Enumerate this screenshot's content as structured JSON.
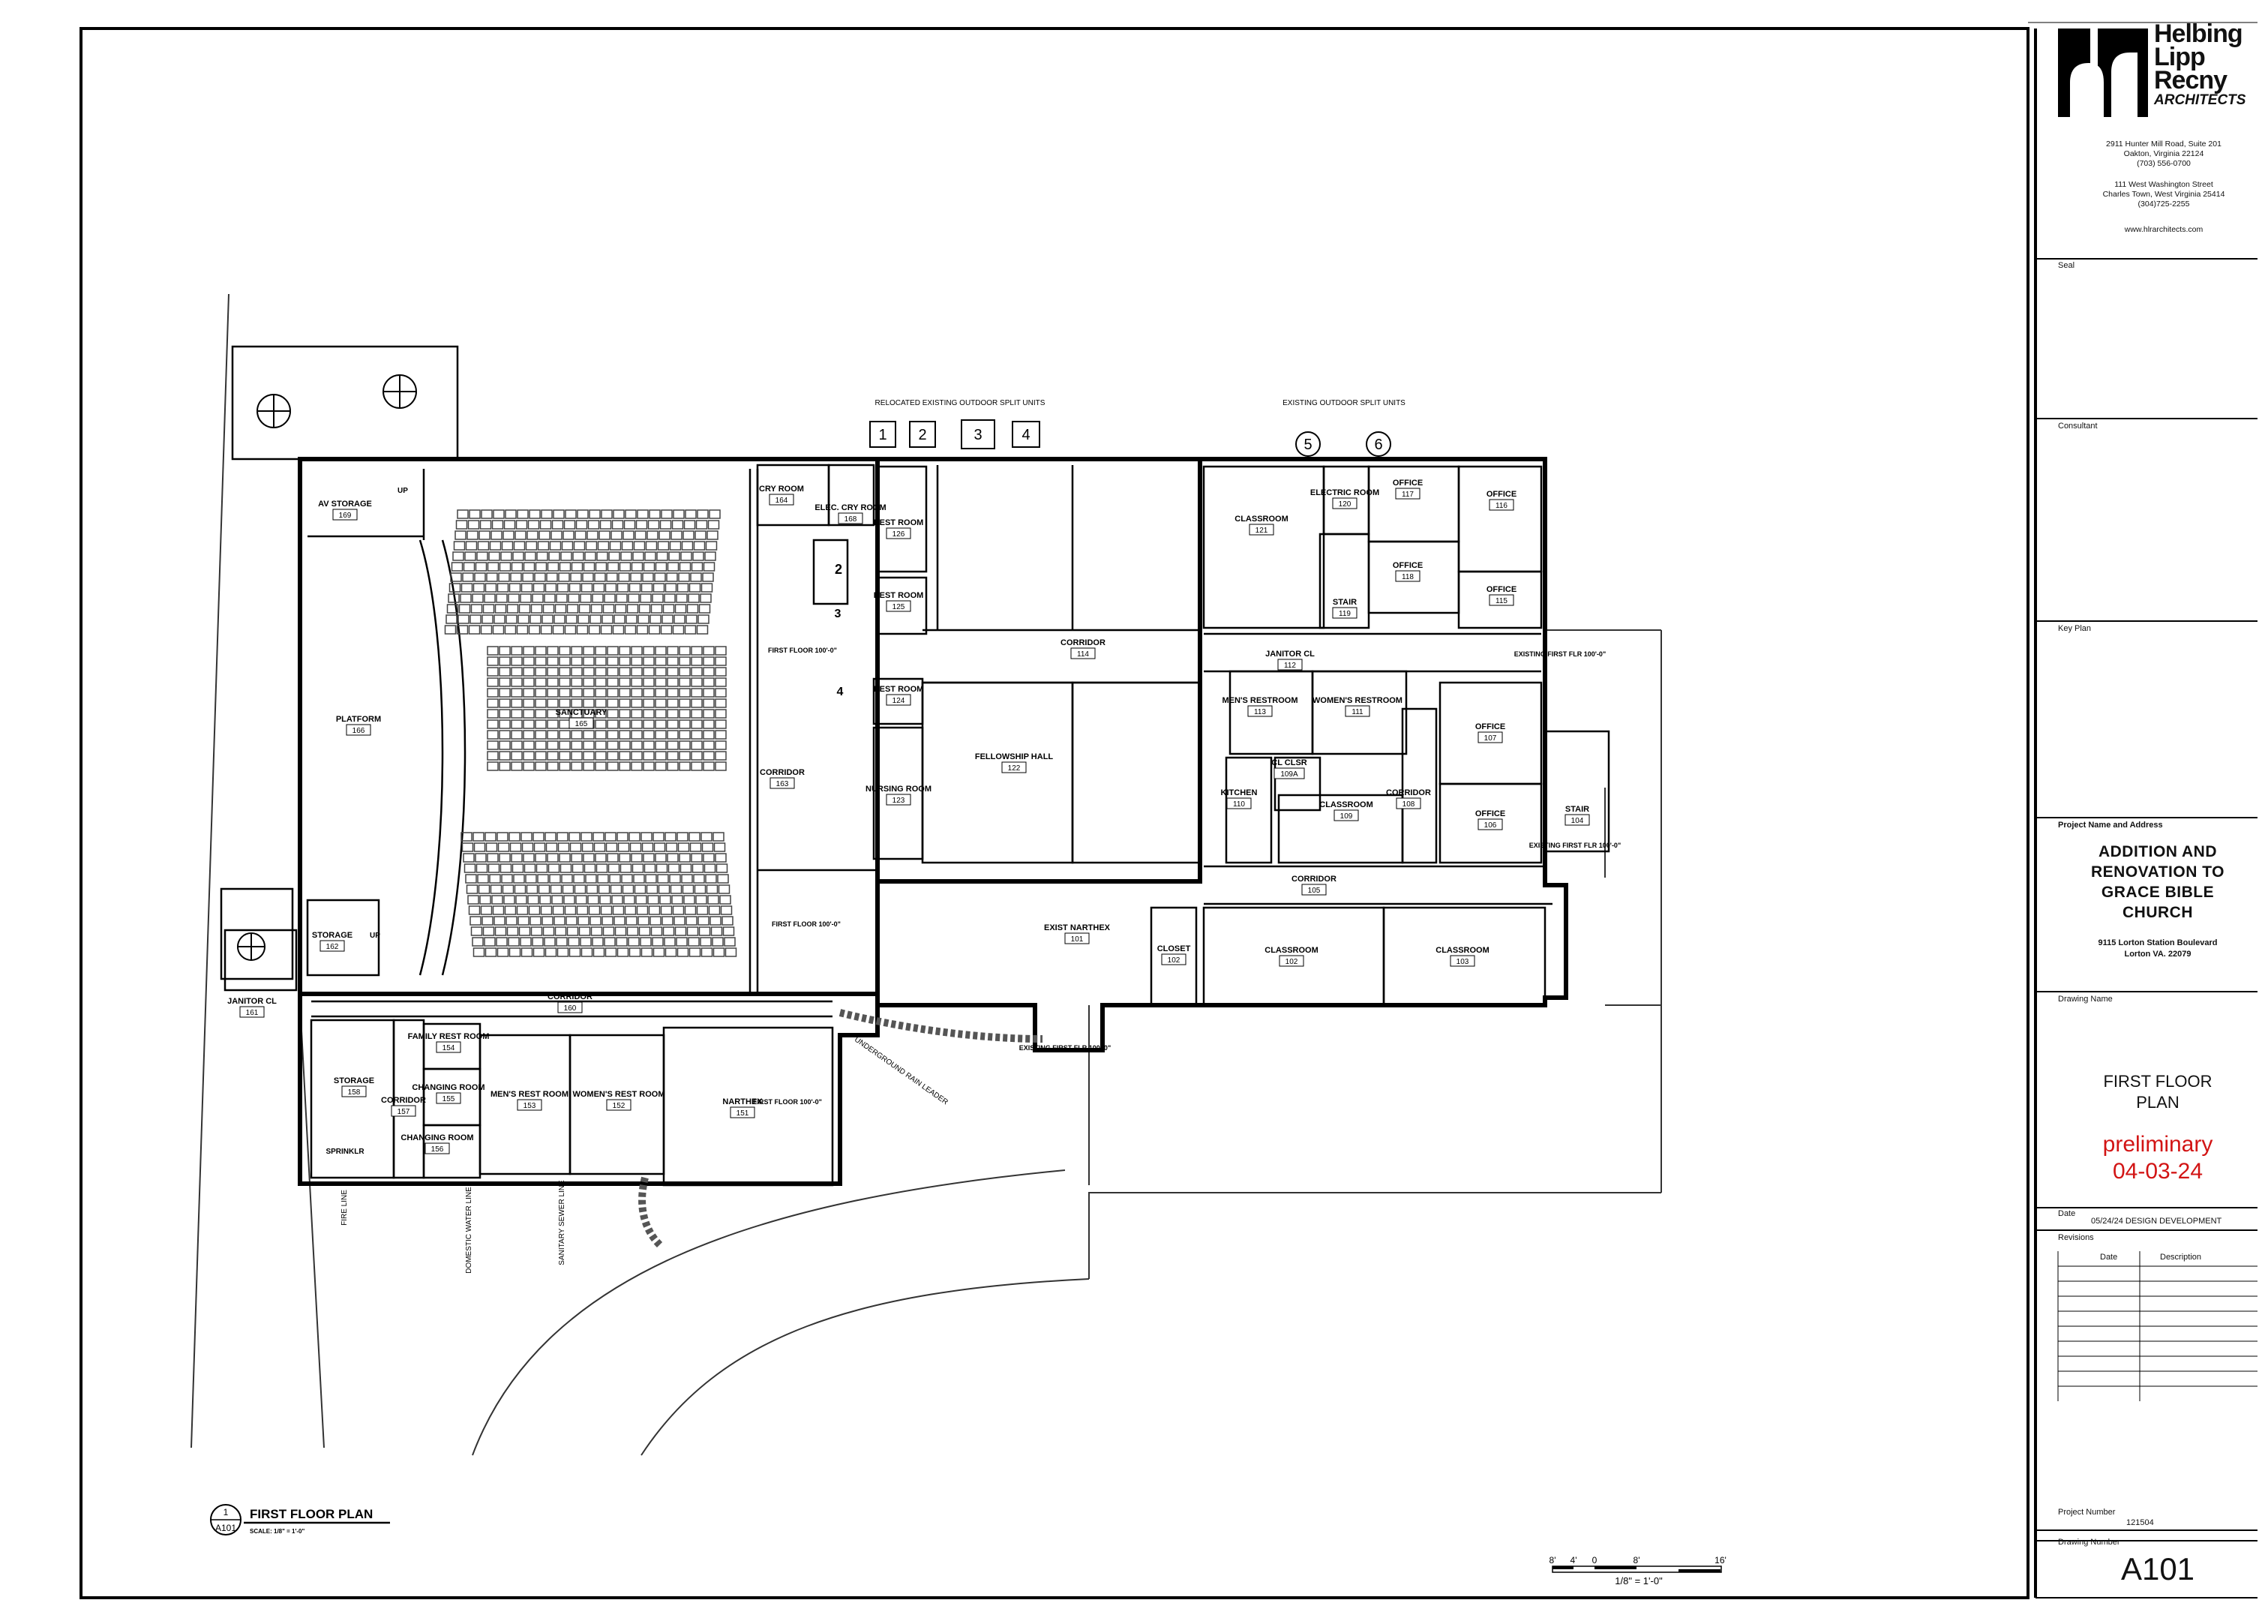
{
  "title_block": {
    "firm_name_lines": [
      "Helbing",
      "Lipp",
      "Recny",
      "ARCHITECTS"
    ],
    "office_1": [
      "2911 Hunter Mill Road, Suite 201",
      "Oakton, Virginia 22124",
      "(703) 556-0700"
    ],
    "office_2": [
      "111 West Washington Street",
      "Charles Town, West Virginia 25414",
      "(304)725-2255"
    ],
    "website": "www.hlrarchitects.com",
    "seal_label": "Seal",
    "consultant_label": "Consultant",
    "key_plan_label": "Key Plan",
    "project_label": "Project Name and Address",
    "project_title_lines": [
      "ADDITION AND",
      "RENOVATION TO",
      "GRACE BIBLE",
      "CHURCH"
    ],
    "project_address_lines": [
      "9115 Lorton Station Boulevard",
      "Lorton VA.   22079"
    ],
    "drawing_name_label": "Drawing Name",
    "drawing_name_lines": [
      "FIRST FLOOR",
      "PLAN"
    ],
    "status_lines": [
      "preliminary",
      "04-03-24"
    ],
    "date_label": "Date",
    "date_value": "05/24/24  DESIGN DEVELOPMENT",
    "revisions_label": "Revisions",
    "revision_columns": [
      "Date",
      "Description"
    ],
    "project_number_label": "Project Number",
    "project_number": "121504",
    "drawing_number_label": "Drawing Number",
    "drawing_number": "A101"
  },
  "plan": {
    "view_title": "FIRST FLOOR PLAN",
    "view_number": "1",
    "view_sheet": "A101",
    "view_scale": "SCALE: 1/8\" = 1'-0\"",
    "scale_bar_ticks": [
      "8'",
      "4'",
      "0",
      "8'",
      "16'"
    ],
    "scale_bar_text": "1/8\" = 1'-0\"",
    "notes": {
      "relocated_units": "RELOCATED EXISTING OUTDOOR SPLIT UNITS",
      "existing_units": "EXISTING OUTDOOR SPLIT UNITS",
      "underground_leader": "UNDERGROUND RAIN LEADER",
      "fire_line": "FIRE LINE",
      "water_line": "DOMESTIC WATER LINE",
      "sewer_line": "SANITARY SEWER LINE"
    },
    "unit_tags": [
      "1",
      "2",
      "3",
      "4",
      "5",
      "6"
    ],
    "rooms": [
      {
        "name": "AV STORAGE",
        "number": "169"
      },
      {
        "name": "PLATFORM",
        "number": "166"
      },
      {
        "name": "SANCTUARY",
        "number": "165"
      },
      {
        "name": "CRY ROOM",
        "number": "164"
      },
      {
        "name": "ELEC. CRY ROOM",
        "number": "168"
      },
      {
        "name": "CORRIDOR",
        "number": "163"
      },
      {
        "name": "STORAGE",
        "number": "162"
      },
      {
        "name": "JANITOR CL",
        "number": "161"
      },
      {
        "name": "CORRIDOR",
        "number": "160"
      },
      {
        "name": "STORAGE",
        "number": "158"
      },
      {
        "name": "CORRIDOR",
        "number": "157"
      },
      {
        "name": "FAMILY REST ROOM",
        "number": "154"
      },
      {
        "name": "CHANGING ROOM",
        "number": "155"
      },
      {
        "name": "CHANGING ROOM",
        "number": "156"
      },
      {
        "name": "MEN'S REST ROOM",
        "number": "153"
      },
      {
        "name": "WOMEN'S REST ROOM",
        "number": "152"
      },
      {
        "name": "NARTHEX",
        "number": "151"
      },
      {
        "name": "REST ROOM",
        "number": "126"
      },
      {
        "name": "REST ROOM",
        "number": "125"
      },
      {
        "name": "REST ROOM",
        "number": "124"
      },
      {
        "name": "NURSING ROOM",
        "number": "123"
      },
      {
        "name": "FELLOWSHIP HALL",
        "number": "122"
      },
      {
        "name": "CORRIDOR",
        "number": "114"
      },
      {
        "name": "EXIST NARTHEX",
        "number": "101"
      },
      {
        "name": "CLASSROOM",
        "number": "121"
      },
      {
        "name": "ELECTRIC ROOM",
        "number": "120"
      },
      {
        "name": "STAIR",
        "number": "119"
      },
      {
        "name": "OFFICE",
        "number": "117"
      },
      {
        "name": "OFFICE",
        "number": "118"
      },
      {
        "name": "OFFICE",
        "number": "116"
      },
      {
        "name": "OFFICE",
        "number": "115"
      },
      {
        "name": "JANITOR CL",
        "number": "112"
      },
      {
        "name": "MEN'S RESTROOM",
        "number": "113"
      },
      {
        "name": "WOMEN'S RESTROOM",
        "number": "111"
      },
      {
        "name": "KITCHEN",
        "number": "110"
      },
      {
        "name": "CL CLSR",
        "number": "109A"
      },
      {
        "name": "CLASSROOM",
        "number": "109"
      },
      {
        "name": "CORRIDOR",
        "number": "108"
      },
      {
        "name": "OFFICE",
        "number": "107"
      },
      {
        "name": "OFFICE",
        "number": "106"
      },
      {
        "name": "STAIR",
        "number": "104"
      },
      {
        "name": "CORRIDOR",
        "number": "105"
      },
      {
        "name": "CLOSET",
        "number": "102"
      },
      {
        "name": "CLASSROOM",
        "number": "102"
      },
      {
        "name": "CLASSROOM",
        "number": "103"
      }
    ],
    "level_notes": [
      "FIRST FLOOR 100'-0\"",
      "EXISTING FIRST FLR 100'-0\""
    ],
    "misc_labels": [
      "SPRINKLR",
      "UP",
      "2",
      "3",
      "4"
    ]
  }
}
